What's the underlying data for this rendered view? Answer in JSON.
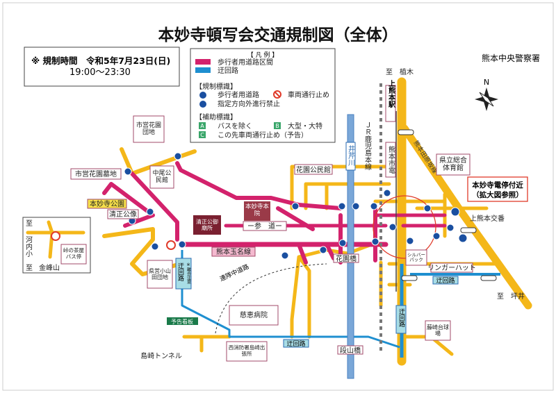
{
  "title": "本妙寺頓写会交通規制図（全体）",
  "time_box": {
    "line1": "※ 規制時間　令和5年7月23日(日)",
    "line2": "19:00〜23:30"
  },
  "legend": {
    "heading": "【 凡 例 】",
    "pedestrian_section": "歩行者用道路区間",
    "detour": "迂回路",
    "reg_heading": "【規制標識】",
    "pedestrian_road": "歩行者用道路",
    "no_vehicles": "車両通行止め",
    "direction_prohibited": "指定方向外進行禁止",
    "aux_heading": "【補助標識】",
    "a_label": "A",
    "a_text": "バスを除く",
    "b_label": "B",
    "b_text": "大型・大特",
    "c_label": "C",
    "c_text": "この先車両通行止め（予告）",
    "colors": {
      "pedestrian": "#d3226c",
      "detour": "#1e8fd0",
      "road": "#f4b719"
    }
  },
  "police": "熊本中央警察署",
  "compass_n": "N",
  "places": {
    "to_ueki": "至　植木",
    "to_tsuboi": "至　坪井",
    "kamikumamoto_station": "上熊本駅",
    "jr_line": "ＪＲ鹿児島本線",
    "tram": "熊本市電",
    "iseri_river": "井芹川",
    "tabaruzaka": "熊本田原坂線",
    "gym": "県立総合体育館",
    "zoom_note": "本妙寺電停付近\n（拡大図参照）",
    "zoom_note_1": "本妙寺電停付近",
    "zoom_note_2": "（拡大図参照）",
    "koban": "上熊本交番",
    "hanazono_kominkan": "花園公民館",
    "hanazono_danchi": "市営花園団地",
    "hanazono_bochi": "市営花園墓地",
    "nakao": "中尾公民館",
    "honmyoji_park": "本妙寺公園",
    "kiyomasa_statue": "清正公像",
    "kiyomasa_shrine": "清正公御廟所",
    "honmyoji_main": "本妙寺本院",
    "sando": "ー参　道ー",
    "tamana_line": "熊本玉名線",
    "koyamada": "県営小山田団地",
    "detour_v": "迂回路",
    "detour_note": "※離合注意",
    "renpeichu": "連隊中道路",
    "jikei": "慈恵病院",
    "yokoku": "予告看板",
    "shimasaki_tunnel": "島崎トンネル",
    "fire": "西消防署島崎出張所",
    "detour_bottom": "迂回路",
    "danyama": "段山橋",
    "hanazono_bridge": "花園橋",
    "silver": "シルバーパック",
    "ringer": "リンガーハット",
    "detour_right": "迂回路",
    "detour_right_v": "迂回路",
    "fujisakidai": "藤崎台球場",
    "to": "至",
    "kawachi": "河内小",
    "kinpozan": "金峰山",
    "toge_bus": "峠の茶屋バス停"
  }
}
